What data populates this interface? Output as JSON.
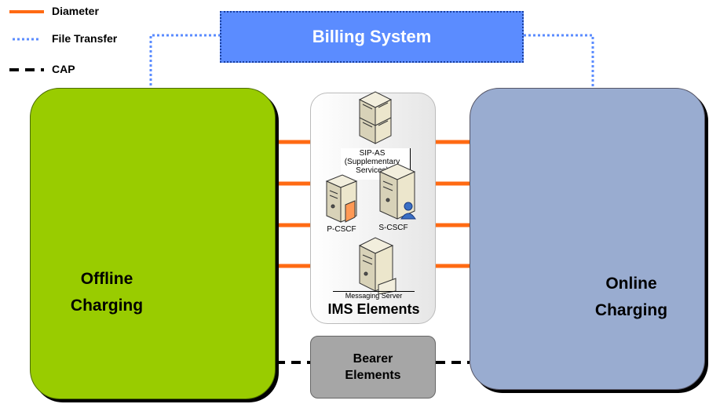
{
  "legend": {
    "items": [
      {
        "label": "Diameter",
        "style": "solid",
        "color": "#ff6a13"
      },
      {
        "label": "File Transfer",
        "style": "dotted",
        "color": "#5b8cff"
      },
      {
        "label": "CAP",
        "style": "dashed",
        "color": "#000000"
      }
    ]
  },
  "billing": {
    "label": "Billing System",
    "color": "#5b8cff"
  },
  "offline": {
    "line1": "Offline",
    "line2": "Charging",
    "color": "#99cc00"
  },
  "online": {
    "line1": "Online",
    "line2": "Charging",
    "color": "#99acd0"
  },
  "ims": {
    "title": "IMS Elements",
    "servers": {
      "sip_as": {
        "line1": "SIP-AS",
        "line2": "(Supplementary",
        "line3": "Services)"
      },
      "p_cscf": "P-CSCF",
      "s_cscf": "S-CSCF",
      "messaging": "Messaging Server"
    }
  },
  "bearer": {
    "line1": "Bearer",
    "line2": "Elements"
  }
}
